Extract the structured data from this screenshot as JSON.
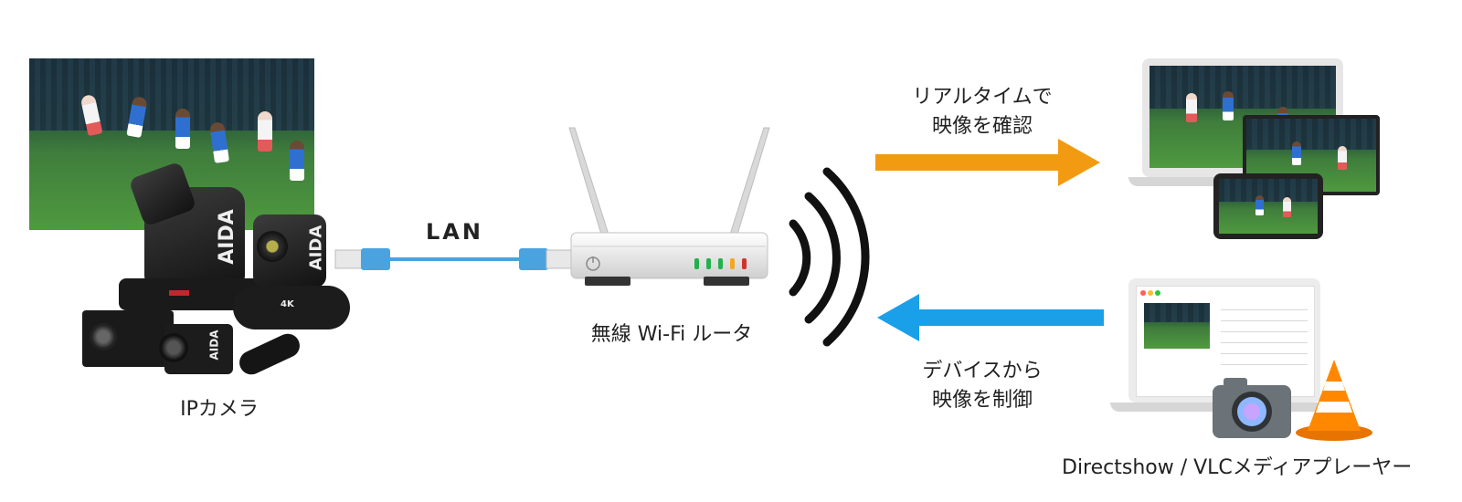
{
  "labels": {
    "ip_camera": "IPカメラ",
    "lan": "LAN",
    "router": "無線 Wi-Fi ルータ",
    "realtime_line1": "リアルタイムで",
    "realtime_line2": "映像を確認",
    "control_line1": "デバイスから",
    "control_line2": "映像を制御",
    "player": "Directshow / VLCメディアプレーヤー"
  },
  "camera_brand": "AIDA",
  "camera_badge": "4K",
  "colors": {
    "arrow_right": "#f29b12",
    "arrow_left": "#1aa0e8",
    "lan_cable": "#4aa3df",
    "wave": "#111111",
    "led_green": "#22b14c",
    "led_orange": "#f5a623",
    "led_red": "#d0342c"
  },
  "icons": [
    "camera-app-icon",
    "vlc-cone-icon",
    "power-icon",
    "wifi-waves-icon"
  ]
}
